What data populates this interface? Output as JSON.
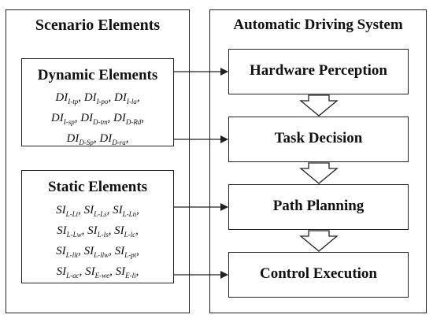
{
  "scenario": {
    "title": "Scenario Elements",
    "dynamic": {
      "title": "Dynamic Elements",
      "lines": [
        [
          [
            "DI",
            "I-tp"
          ],
          [
            "DI",
            "I-po"
          ],
          [
            "DI",
            "I-la"
          ]
        ],
        [
          [
            "DI",
            "I-sp"
          ],
          [
            "DI",
            "D-tm"
          ],
          [
            "DI",
            "D-Rd"
          ]
        ],
        [
          [
            "DI",
            "D-Sp"
          ],
          [
            "DI",
            "D-ra"
          ]
        ]
      ]
    },
    "static": {
      "title": "Static Elements",
      "lines": [
        [
          [
            "SI",
            "L-Lt"
          ],
          [
            "SI",
            "L-Ls"
          ],
          [
            "SI",
            "L-Ln"
          ]
        ],
        [
          [
            "SI",
            "L-Lw"
          ],
          [
            "SI",
            "L-ls"
          ],
          [
            "SI",
            "L-lc"
          ]
        ],
        [
          [
            "SI",
            "L-llt"
          ],
          [
            "SI",
            "L-llw"
          ],
          [
            "SI",
            "L-pt"
          ]
        ],
        [
          [
            "SI",
            "L-ac"
          ],
          [
            "SI",
            "E-we"
          ],
          [
            "SI",
            "E-li"
          ]
        ]
      ]
    }
  },
  "system": {
    "title": "Automatic Driving System",
    "stages": [
      "Hardware Perception",
      "Task Decision",
      "Path Planning",
      "Control Execution"
    ]
  }
}
